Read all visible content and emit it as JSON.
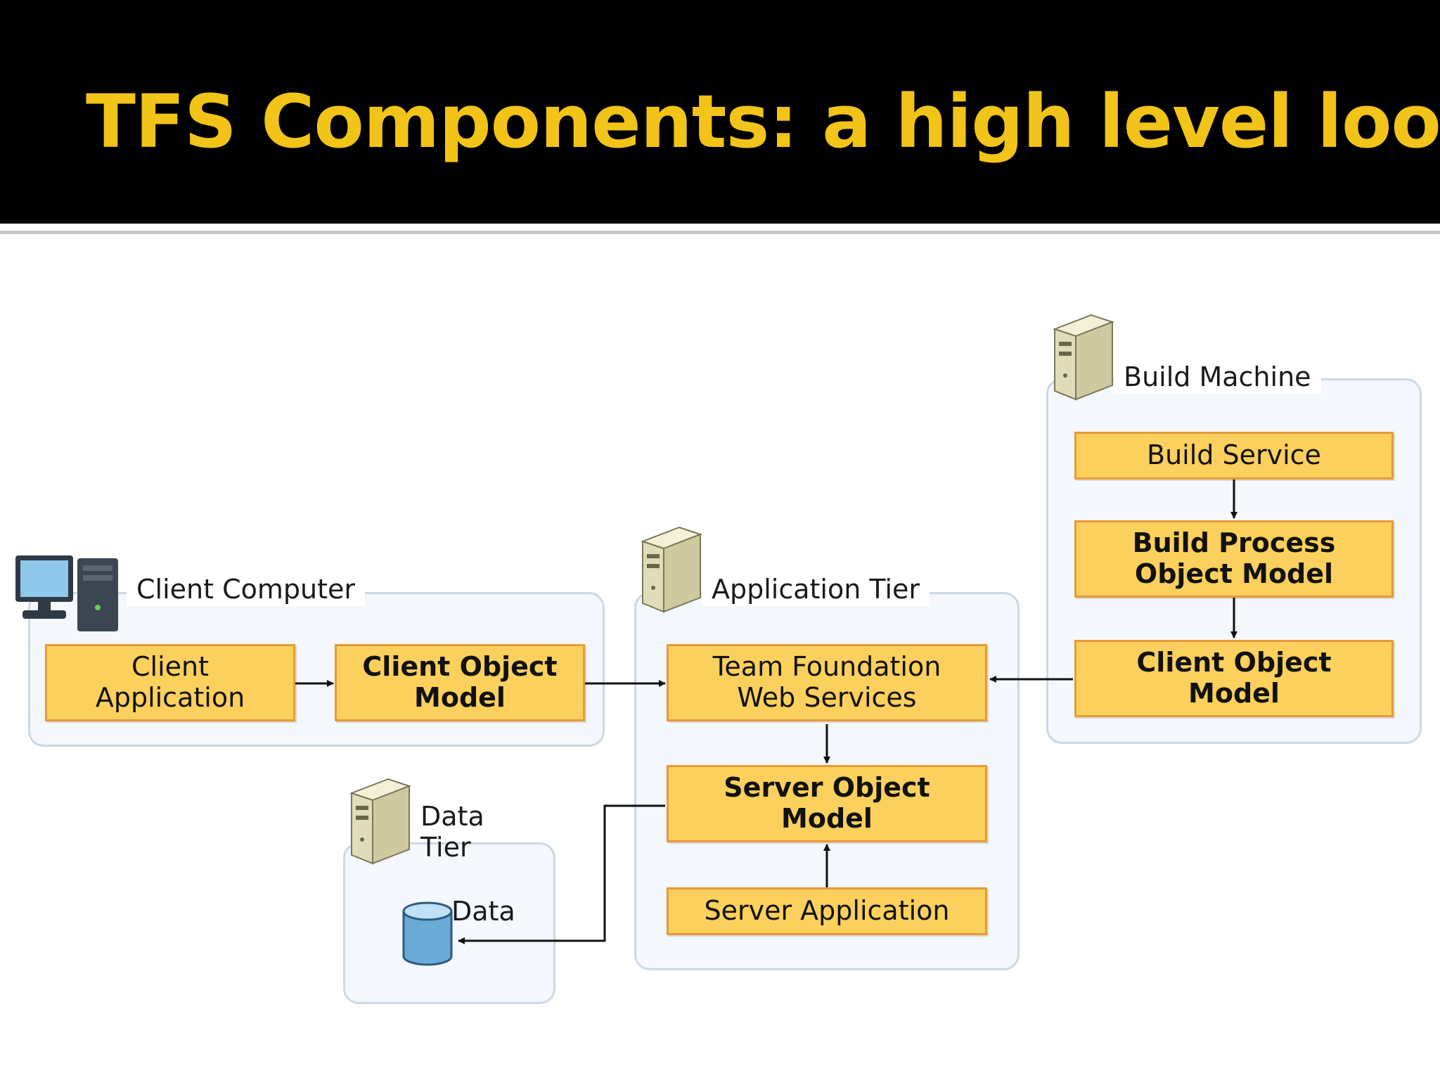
{
  "title": "TFS Components: a high level look",
  "colors": {
    "header_bg": "#000000",
    "title_text": "#f2c318",
    "box_fill": "#fcd05c",
    "box_border": "#e79a38",
    "region_fill": "#f4f7fb",
    "region_border": "#cdd8e6"
  },
  "regions": {
    "client": {
      "label": "Client Computer",
      "icon": "desktop-computer-icon"
    },
    "app": {
      "label": "Application Tier",
      "icon": "server-icon"
    },
    "build": {
      "label": "Build Machine",
      "icon": "server-icon"
    },
    "data": {
      "label": "Data\nTier",
      "icon": "server-icon"
    }
  },
  "boxes": {
    "client_app": "Client\nApplication",
    "client_om": "Client Object\nModel",
    "tfs_web": "Team Foundation\nWeb Services",
    "server_om": "Server Object\nModel",
    "server_app": "Server Application",
    "build_service": "Build Service",
    "build_process_om": "Build Process\nObject Model",
    "build_client_om": "Client Object\nModel"
  },
  "data_store": {
    "label": "Data",
    "icon": "database-cylinder-icon"
  },
  "connectors": [
    {
      "from": "Client Application",
      "to": "Client Object Model"
    },
    {
      "from": "Client Object Model",
      "to": "Team Foundation Web Services"
    },
    {
      "from": "Client Object Model (Build Machine)",
      "to": "Team Foundation Web Services"
    },
    {
      "from": "Build Service",
      "to": "Build Process Object Model"
    },
    {
      "from": "Build Process Object Model",
      "to": "Client Object Model (Build Machine)"
    },
    {
      "from": "Team Foundation Web Services",
      "to": "Server Object Model"
    },
    {
      "from": "Server Application",
      "to": "Server Object Model"
    },
    {
      "from": "Server Object Model",
      "to": "Data"
    }
  ]
}
